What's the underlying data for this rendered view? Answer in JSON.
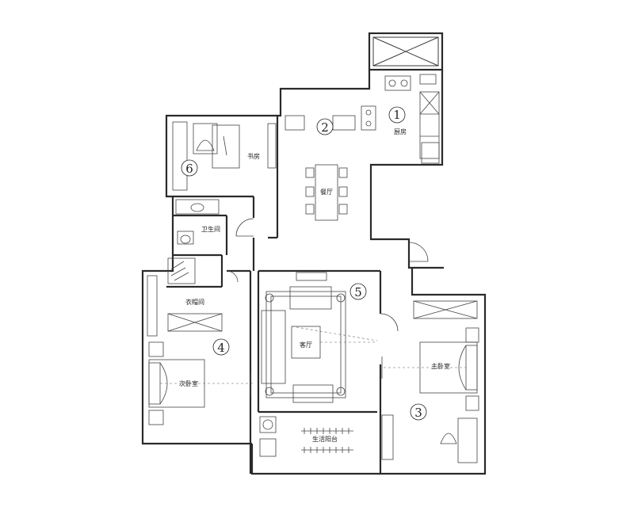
{
  "rooms": {
    "kitchen": {
      "label": "厨房",
      "number": "1"
    },
    "dining": {
      "label": "餐厅",
      "number": "2"
    },
    "master_bedroom": {
      "label": "主卧室",
      "number": "3"
    },
    "second_bedroom": {
      "label": "次卧室",
      "number": "4"
    },
    "living_room": {
      "label": "客厅",
      "number": "5"
    },
    "study": {
      "label": "书房",
      "number": "6"
    },
    "bathroom": {
      "label": "卫生间"
    },
    "cloakroom": {
      "label": "衣帽间"
    },
    "service_balcony": {
      "label": "生活阳台"
    }
  }
}
